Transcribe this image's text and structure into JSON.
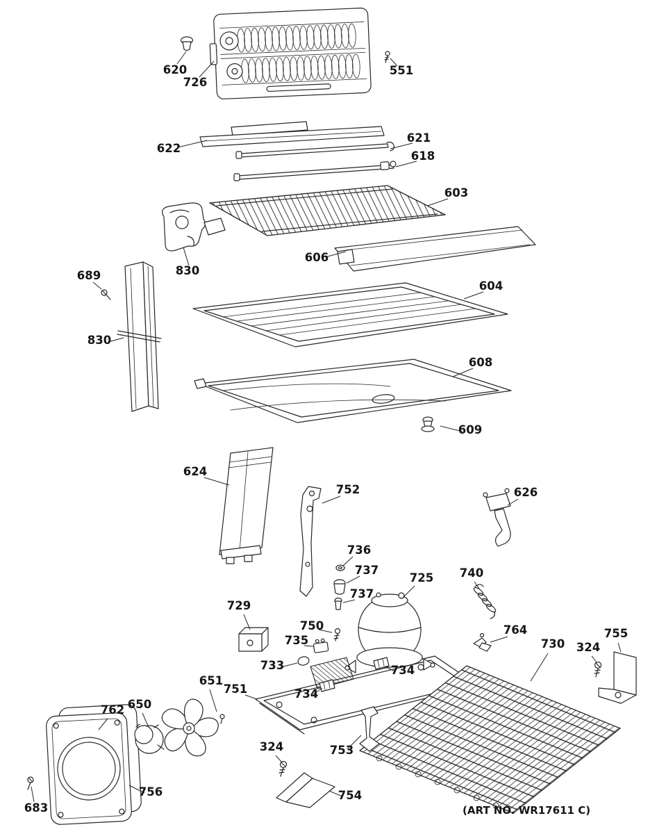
{
  "diagram": {
    "art_no": "(ART NO. WR17611 C)",
    "colors": {
      "ink": "#252525",
      "paper": "#ffffff"
    },
    "callouts": [
      {
        "part": "620",
        "text": "620"
      },
      {
        "part": "726",
        "text": "726"
      },
      {
        "part": "551",
        "text": "551"
      },
      {
        "part": "622",
        "text": "622"
      },
      {
        "part": "621",
        "text": "621"
      },
      {
        "part": "618",
        "text": "618"
      },
      {
        "part": "603",
        "text": "603"
      },
      {
        "part": "606",
        "text": "606"
      },
      {
        "part": "830-upper",
        "text": "830"
      },
      {
        "part": "689",
        "text": "689"
      },
      {
        "part": "830-left",
        "text": "830"
      },
      {
        "part": "604",
        "text": "604"
      },
      {
        "part": "608",
        "text": "608"
      },
      {
        "part": "609",
        "text": "609"
      },
      {
        "part": "624",
        "text": "624"
      },
      {
        "part": "752",
        "text": "752"
      },
      {
        "part": "626",
        "text": "626"
      },
      {
        "part": "736",
        "text": "736"
      },
      {
        "part": "737-upper",
        "text": "737"
      },
      {
        "part": "737-lower",
        "text": "737"
      },
      {
        "part": "725",
        "text": "725"
      },
      {
        "part": "740",
        "text": "740"
      },
      {
        "part": "729",
        "text": "729"
      },
      {
        "part": "750",
        "text": "750"
      },
      {
        "part": "735",
        "text": "735"
      },
      {
        "part": "733",
        "text": "733"
      },
      {
        "part": "734-right",
        "text": "734"
      },
      {
        "part": "734-left",
        "text": "734"
      },
      {
        "part": "764",
        "text": "764"
      },
      {
        "part": "730",
        "text": "730"
      },
      {
        "part": "324-right",
        "text": "324"
      },
      {
        "part": "755",
        "text": "755"
      },
      {
        "part": "651",
        "text": "651"
      },
      {
        "part": "650",
        "text": "650"
      },
      {
        "part": "762",
        "text": "762"
      },
      {
        "part": "751",
        "text": "751"
      },
      {
        "part": "324-left",
        "text": "324"
      },
      {
        "part": "756",
        "text": "756"
      },
      {
        "part": "683",
        "text": "683"
      },
      {
        "part": "753",
        "text": "753"
      },
      {
        "part": "754",
        "text": "754"
      }
    ]
  }
}
